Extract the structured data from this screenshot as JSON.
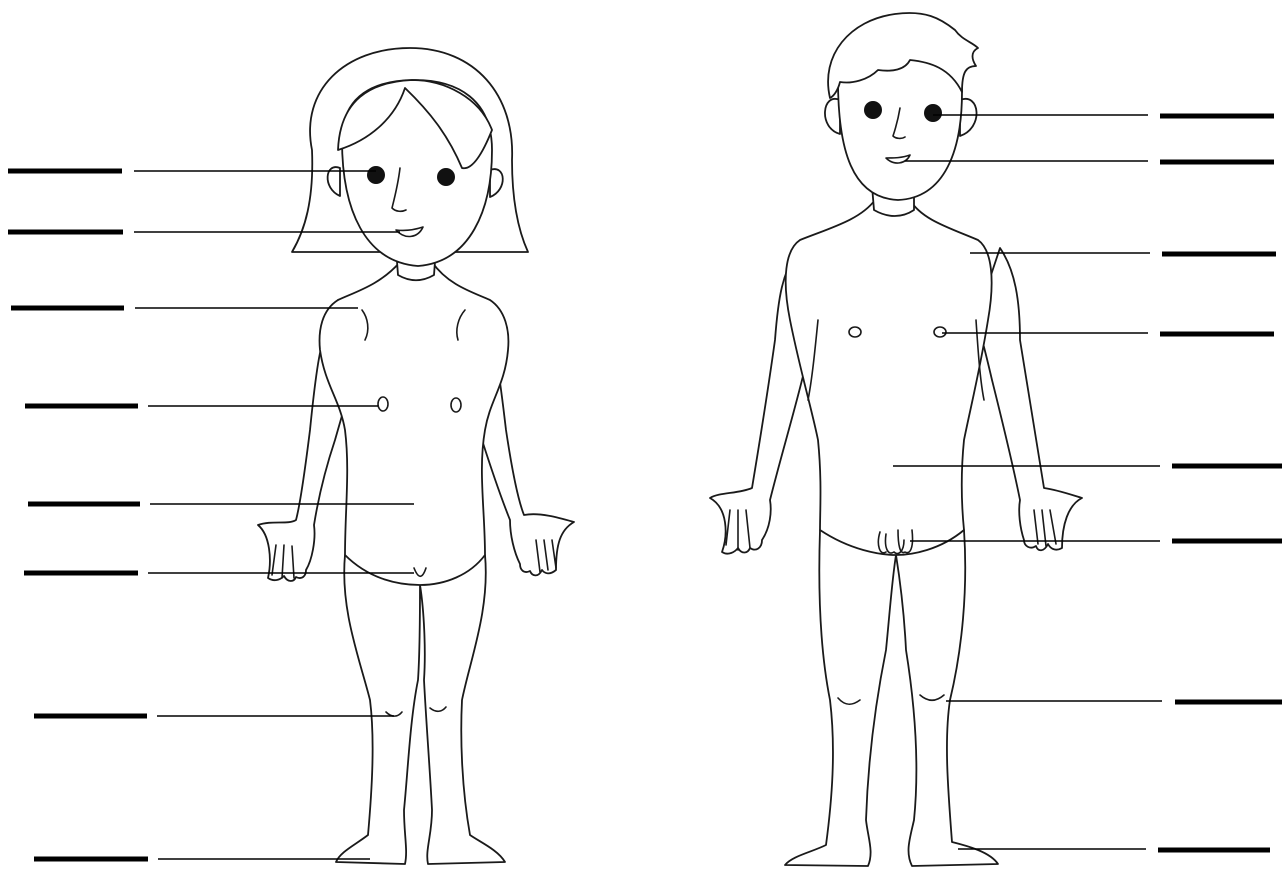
{
  "worksheet": {
    "figures": [
      {
        "name": "girl",
        "label_count": 8
      },
      {
        "name": "boy",
        "label_count": 8
      }
    ],
    "line_color": "#000000",
    "background": "#ffffff"
  }
}
